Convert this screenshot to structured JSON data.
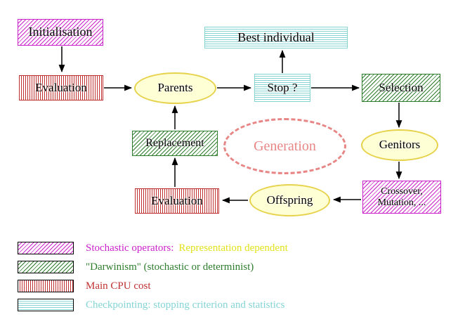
{
  "diagram": {
    "initialisation": "Initialisation",
    "evaluation_top": "Evaluation",
    "parents": "Parents",
    "best_individual": "Best individual",
    "stop": "Stop ?",
    "selection": "Selection",
    "replacement": "Replacement",
    "generation": "Generation",
    "genitors": "Genitors",
    "crossover_line1": "Crossover,",
    "crossover_line2": "Mutation, ...",
    "offspring": "Offspring",
    "evaluation_bottom": "Evaluation"
  },
  "legend": {
    "stochastic_label": "Stochastic operators:",
    "stochastic_extra": "Representation dependent",
    "darwinism_label": "\"Darwinism\" (stochastic or determinist)",
    "cpu_label": "Main CPU cost",
    "checkpointing_label": "Checkpointing: stopping criterion and statistics"
  },
  "colors": {
    "magenta": "#cc22cc",
    "red": "#c03030",
    "green": "#2d7d2d",
    "cyan": "#85d4d4",
    "yellow_fill": "#ffffd6",
    "yellow_border": "#e6d24b",
    "salmon": "#e88585",
    "yellow_text": "#e2e21a"
  }
}
